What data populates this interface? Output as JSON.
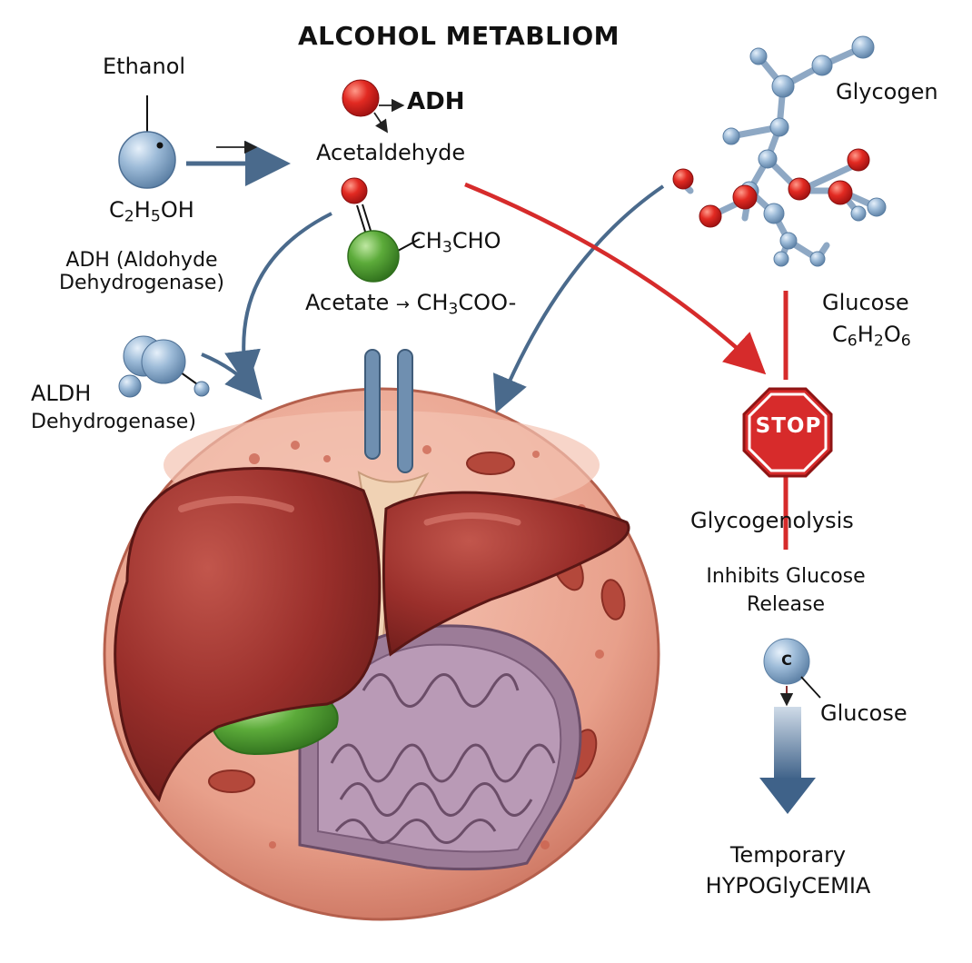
{
  "title": "ALCOHOL METABLIOM",
  "ethanol": {
    "name": "Ethanol",
    "formula_main": "C",
    "formula_s1": "2",
    "formula_h": "H",
    "formula_s2": "5",
    "formula_tail": "OH"
  },
  "adh_label": "ADH",
  "adh_full": {
    "line1": "ADH (Aldohyde",
    "line2": "Dehydrogenase)"
  },
  "aldh": {
    "line1": "ALDH",
    "line2": "Dehydrogenase)"
  },
  "acetaldehyde": {
    "name": "Acetaldehyde",
    "formula_a": "CH",
    "formula_s": "3",
    "formula_b": "CHO"
  },
  "acetate": {
    "prefix": "Acetate ",
    "arrow": "→",
    "formula_a": " CH",
    "formula_s": "3",
    "formula_b": "COO-"
  },
  "glycogen": "Glycogen",
  "glucose_top": {
    "name": "Glucose",
    "c": "C",
    "s1": "6",
    "h": "H",
    "s2": "2",
    "o": "O",
    "s3": "6"
  },
  "stop": "STOP",
  "glycogenolysis": "Glycogenolysis",
  "inhibits": {
    "line1": "Inhibits Glucose",
    "line2": "Release"
  },
  "glucose_molecule_letter": "C",
  "glucose_bottom": "Glucose",
  "outcome": {
    "line1": "Temporary",
    "line2": "HYPOGlyCEMIA"
  },
  "colors": {
    "arrow_blue": "#4a6a8c",
    "arrow_red": "#d62b2b",
    "liver": "#9a2f2b",
    "cell": "#e39a86",
    "molecule_blue": "#8fb0d1",
    "molecule_red": "#d92626",
    "molecule_green": "#5aa63c"
  },
  "icons": [
    "ethanol-molecule-icon",
    "oxygen-atom-icon",
    "acetaldehyde-molecule-icon",
    "aldh-enzyme-icon",
    "glycogen-molecule-icon",
    "stop-sign-icon",
    "glucose-molecule-icon",
    "liver-cell-illustration"
  ]
}
